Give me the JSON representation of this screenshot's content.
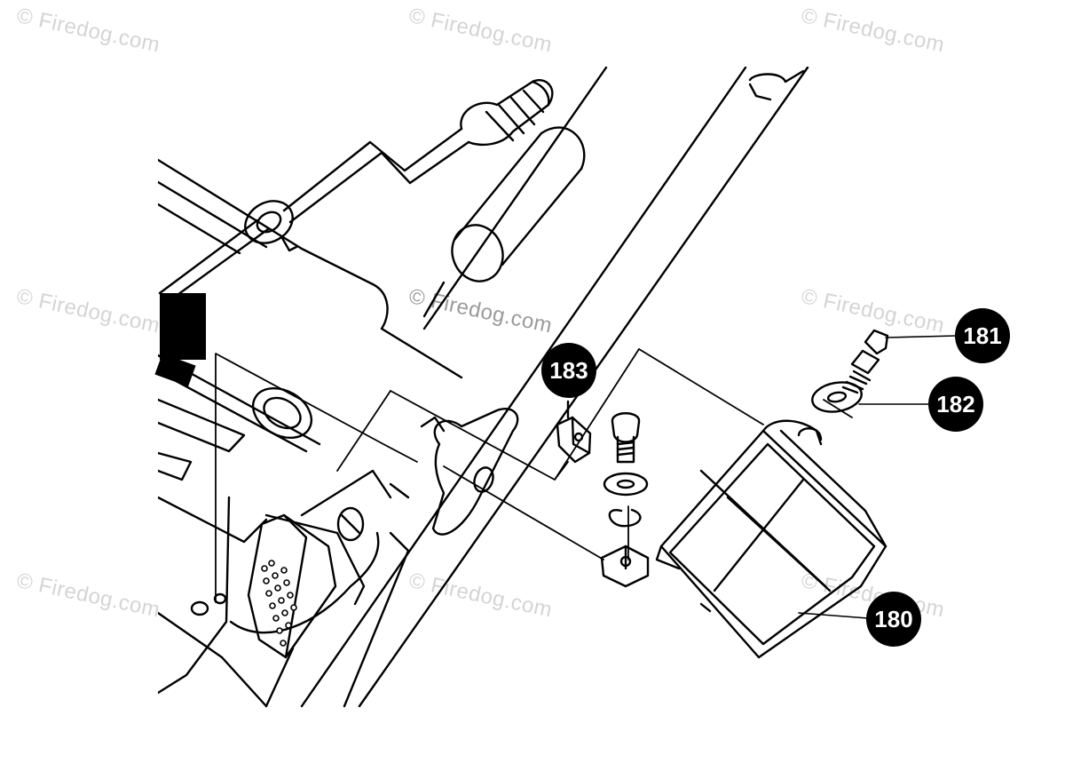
{
  "watermark": {
    "text": "© Firedog.com",
    "color": "#d4d4d4",
    "center_color": "#9a9a9a"
  },
  "callouts": {
    "p180": "180",
    "p181": "181",
    "p182": "182",
    "p183": "183"
  },
  "colors": {
    "line": "#000000",
    "background": "#ffffff",
    "callout_fill": "#000000",
    "callout_text": "#ffffff"
  }
}
